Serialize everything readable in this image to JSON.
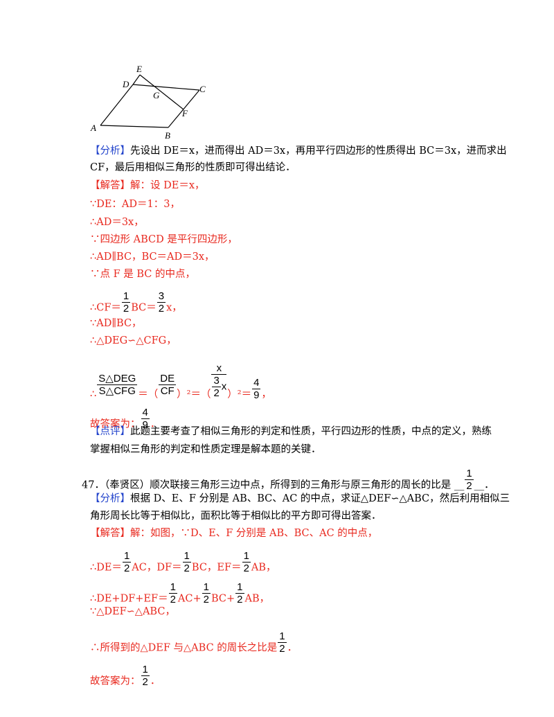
{
  "figure": {
    "labels": {
      "E": "E",
      "D": "D",
      "G": "G",
      "C": "C",
      "F": "F",
      "A": "A",
      "B": "B"
    }
  },
  "analysis1": {
    "tag": "【分析】",
    "line1": "先设出 DE＝x，进而得出 AD＝3x，再用平行四边形的性质得出 BC＝3x，进而求出",
    "line2": "CF，最后用相似三角形的性质即可得出结论．"
  },
  "solution1": {
    "tag": "【解答】",
    "l0": "解：设 DE＝x，",
    "l1": "∵DE：AD＝1：3，",
    "l2": "∴AD＝3x，",
    "l3": "∵四边形 ABCD 是平行四边形，",
    "l4": "∴AD∥BC，BC＝AD＝3x，",
    "l5": "∵点 F 是 BC 的中点，",
    "l6a": "∴CF＝",
    "l6b": "BC＝",
    "l6c": "x，",
    "f6a_num": "1",
    "f6a_den": "2",
    "f6b_num": "3",
    "f6b_den": "2",
    "l7": "∵AD∥BC，",
    "l8": "∴△DEG∽△CFG，",
    "l9a": "∴",
    "s1": "S△DEG",
    "s2": "S△CFG",
    "eq1": "＝（",
    "de": "DE",
    "cf": "CF",
    "eq2": "）²＝（",
    "xtop": "x",
    "three": "3",
    "two": "2",
    "xbot": "x",
    "eq3": "）²＝",
    "res_num": "4",
    "res_den": "9",
    "end9": "，",
    "ans": "故答案为：",
    "ans_num": "4",
    "ans_den": "9",
    "ans_end": "．"
  },
  "comment1": {
    "tag": "【点评】",
    "line1": "此题主要考查了相似三角形的判定和性质，平行四边形的性质，中点的定义，熟练",
    "line2": "掌握相似三角形的判定和性质定理是解本题的关键．"
  },
  "q47": {
    "text": "47．（奉贤区）顺次联接三角形三边中点，所得到的三角形与原三角形的周长的比是",
    "blank_l": "__",
    "ans_num": "1",
    "ans_den": "2",
    "blank_r": "__．"
  },
  "analysis2": {
    "tag": "【分析】",
    "line1": "根据 D、E、F 分别是 AB、BC、AC 的中点，求证△DEF∽△ABC，然后利用相似三",
    "line2": "角形周长比等于相似比，面积比等于相似比的平方即可得出答案．"
  },
  "solution2": {
    "tag": "【解答】",
    "l0": "解：如图，∵D、E、F 分别是 AB、BC、AC 的中点，",
    "l1a": "∴DE＝",
    "l1b": "AC，DF＝",
    "l1c": "BC，EF＝",
    "l1d": "AB，",
    "l2a": "∴DE+DF+EF＝",
    "l2b": "AC+",
    "l2c": "BC+",
    "l2d": "AB，",
    "half_num": "1",
    "half_den": "2",
    "l3": "∵△DEF∽△ABC，",
    "l4a": "∴所得到的△DEF 与△ABC 的周长之比是",
    "l4b": "．",
    "ans": "故答案为：",
    "ans_end": "．"
  }
}
